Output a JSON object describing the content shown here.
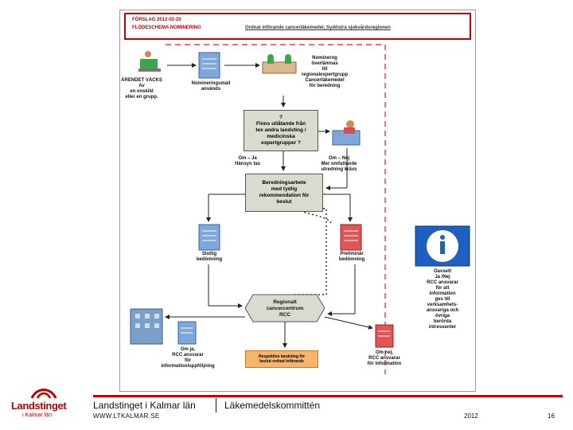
{
  "header": {
    "line1": "FÖRSLAG 2012-02-20",
    "line2": "FLÖDESCHEMA NOMINERING",
    "subtitle": "Ordnat införande cancerläkemedel, Sydöstra sjukvårdsregionen"
  },
  "nodes": {
    "arendet": [
      "ÄRENDET VÄCKS",
      "Av",
      "en enskild",
      "eller en grupp."
    ],
    "nomineringsmall": [
      "Nomineringsmall",
      "används"
    ],
    "nominering": [
      "Nominerng",
      "överlämnas",
      "till",
      "regionalexpertgrupp",
      "Cancerläkemedel",
      "för beredning"
    ],
    "question_box": [
      "?",
      "Finns utlåtande från",
      "tex andra landsting /",
      "medicinska",
      "expertgrupper ?"
    ],
    "om_ja": [
      "Om – Ja",
      "Hänsyn tas"
    ],
    "om_nej": [
      "Om – Nej",
      "Mer omfattande",
      "utredning krävs"
    ],
    "beredning_box": [
      "Beredningsarbete",
      "med tydlig",
      "rekommendation för",
      "beslut"
    ],
    "slutlig": [
      "Slutlig",
      "bedömning"
    ],
    "preliminar": [
      "Preliminär",
      "bedömning"
    ],
    "rcc_box": [
      "Regionalt",
      "cancercentrum",
      "RCC"
    ],
    "om_ja_rcc": [
      "Om ja,",
      "RCC ansvarar",
      "för",
      "information/uppföljning"
    ],
    "respektive_box": [
      "Respektive landsting för",
      "beslut ordnat införande"
    ],
    "om_nej_rcc": [
      "Om nej,",
      "RCC ansvarar",
      "för information"
    ],
    "oavsett": [
      "Oavsett",
      "Ja /Nej",
      "RCC ansvarar",
      "för att",
      "information",
      "ges till",
      "verksamhets-",
      "ansvariga och",
      "övriga",
      "berörda",
      "intressenter"
    ]
  },
  "footer": {
    "org_name": "Landstinget i Kalmar län",
    "url": "WWW.LTKALMAR.SE",
    "committee": "Läkemedelskommittén",
    "year": "2012",
    "page": "16",
    "logo_word": "Landstinget",
    "logo_sub": "i Kalmar län"
  },
  "colors": {
    "accent": "#c00000",
    "box_fill": "#d8dccf",
    "orange_fill": "#f8b46a",
    "info_blue": "#1f5fbf",
    "doc_blue": "#7fa7d9",
    "doc_red": "#e05555"
  }
}
